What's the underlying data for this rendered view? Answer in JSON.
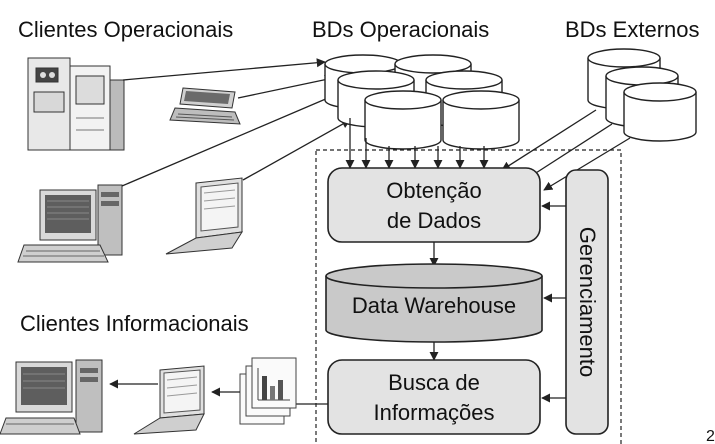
{
  "headers": {
    "clientes_operacionais": "Clientes Operacionais",
    "bds_operacionais": "BDs Operacionais",
    "bds_externos": "BDs Externos",
    "clientes_informacionais": "Clientes Informacionais"
  },
  "boxes": {
    "obtencao_line1": "Obtenção",
    "obtencao_line2": "de Dados",
    "data_warehouse": "Data Warehouse",
    "busca_line1": "Busca de",
    "busca_line2": "Informações",
    "gerenciamento": "Gerenciamento"
  },
  "page_number": "2",
  "icons": {
    "operational_clients": [
      "mainframe-server-icon",
      "handheld-computer-icon",
      "desktop-computer-icon",
      "laptop-icon"
    ],
    "informational_clients": [
      "desktop-computer-icon",
      "laptop-icon",
      "report-chart-icon"
    ]
  },
  "colors": {
    "process_box": "#e3e3e3",
    "warehouse": "#c9c9c9",
    "stroke": "#222222"
  }
}
